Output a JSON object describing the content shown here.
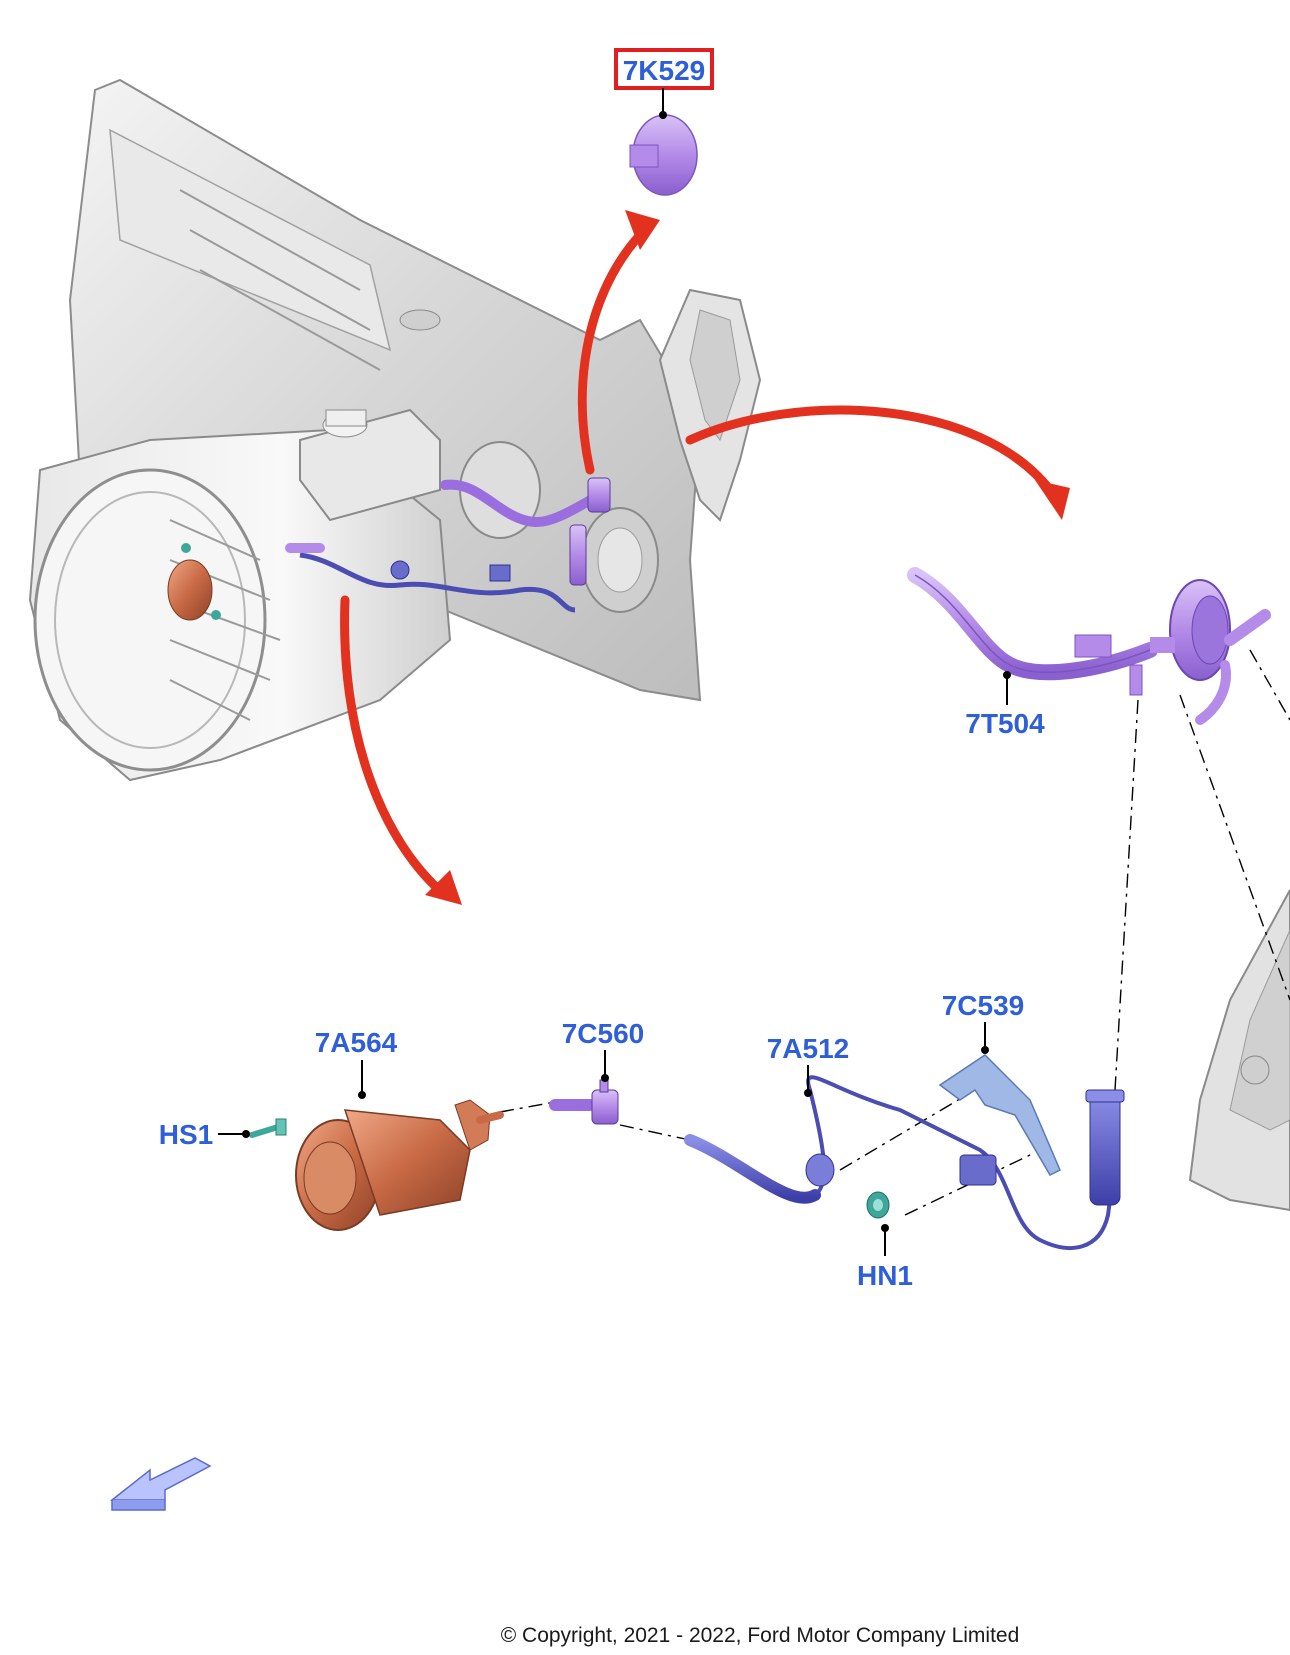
{
  "diagram": {
    "labels": {
      "7K529": "7K529",
      "7T504": "7T504",
      "7A564": "7A564",
      "HS1": "HS1",
      "7C560": "7C560",
      "7A512": "7A512",
      "7C539": "7C539",
      "HN1": "HN1"
    },
    "highlighted_label": "7K529",
    "copyright": "© Copyright, 2021 - 2022, Ford Motor Company Limited",
    "colors": {
      "label_blue": "#2f5fd8",
      "highlight_red": "#e02020",
      "callout_arrow_red": "#e2321f",
      "part_purple": "#b48be8",
      "part_copper": "#c86a45",
      "bracket_blue": "#9fb8e6",
      "nut_teal": "#3fa79a",
      "body_grey": "#d8d8d8",
      "direction_arrow": "#b9c4ff"
    }
  }
}
